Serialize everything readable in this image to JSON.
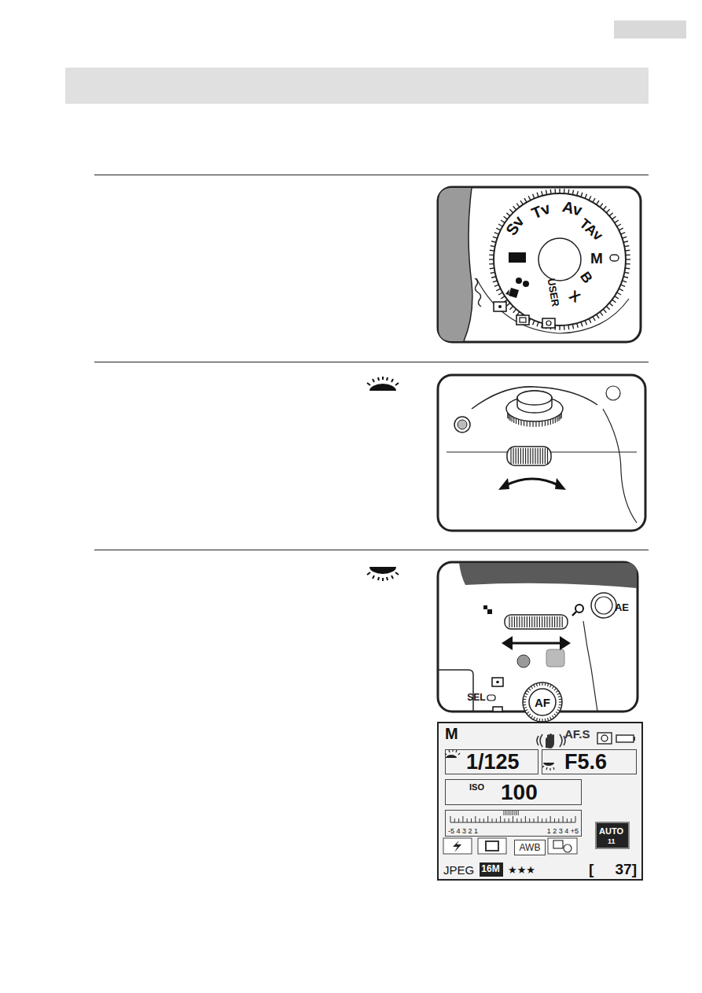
{
  "diagram": {
    "nodes": [
      {
        "text": [
          "M",
          "AF.S",
          "JPEG",
          "★★★",
          "[ 37]"
        ]
      },
      {
        "text": [
          "1/125"
        ],
        "in": 0
      },
      {
        "text": [
          "F5.6"
        ],
        "in": 0
      },
      {
        "text": [
          "ISO",
          "100"
        ],
        "in": 0
      },
      {
        "text": [
          "-5 4 3 2 1",
          "1 2 3 4 +5"
        ],
        "in": 0
      },
      {
        "text": [
          "AUTO",
          "11"
        ],
        "in": 0
      },
      {
        "text": [
          "AWB"
        ],
        "in": 0
      },
      {
        "text": [
          "16M"
        ],
        "in": 0
      }
    ],
    "edges": [],
    "labels": [
      "Sv",
      "Tv",
      "Av",
      "TAv",
      "M",
      "B",
      "X",
      "USER",
      "AE",
      "SEL",
      "AF"
    ]
  }
}
